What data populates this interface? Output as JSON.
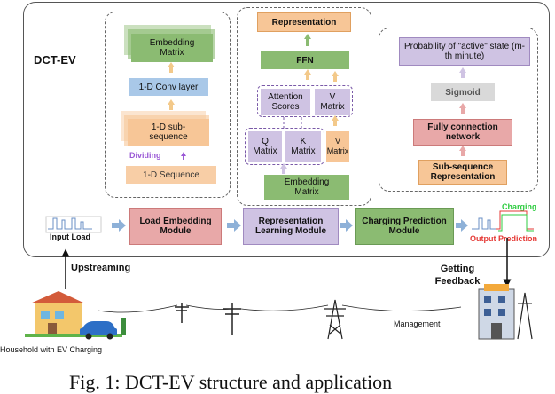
{
  "title": "DCT-EV",
  "caption": "Fig. 1: DCT-EV structure and application",
  "embedding_panel": {
    "embedding_matrix": "Embedding Matrix",
    "conv_layer": "1-D Conv layer",
    "sub_sequence": "1-D sub-sequence",
    "dividing": "Dividing",
    "sequence": "1-D Sequence"
  },
  "attention_panel": {
    "representation": "Representation",
    "ffn": "FFN",
    "attention_scores": "Attention Scores",
    "v_matrix_top": "V Matrix",
    "q_matrix": "Q Matrix",
    "k_matrix": "K Matrix",
    "v_matrix": "V Matrix",
    "embedding_matrix": "Embedding Matrix"
  },
  "prediction_panel": {
    "probability": "Probability of \"active\" state (m-th minute)",
    "sigmoid": "Sigmoid",
    "fully_connection": "Fully connection network",
    "sub_seq_rep": "Sub-sequence Representation"
  },
  "modules": {
    "input_load": "Input Load",
    "load_embedding": "Load Embedding Module",
    "representation_learning": "Representation Learning Module",
    "charging_prediction": "Charging Prediction Module",
    "charging": "Charging",
    "output_prediction": "Output Prediction"
  },
  "bottom": {
    "upstreaming": "Upstreaming",
    "getting_feedback": "Getting Feedback",
    "management": "Management",
    "household": "Household with EV Charging"
  },
  "colors": {
    "green": "#8bbb72",
    "blue": "#a9c8e8",
    "orange": "#f7c697",
    "pink": "#e8a8a8",
    "purple": "#cfc3e3",
    "gray": "#d9d9d9",
    "arrow_blue": "#8eb1d8"
  }
}
